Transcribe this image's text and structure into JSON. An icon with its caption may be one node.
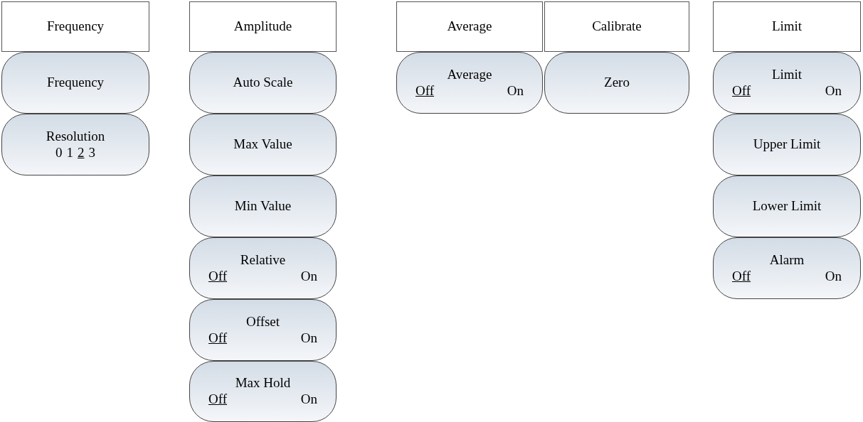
{
  "diagram": {
    "nodes": [
      {
        "text": [
          "Frequency"
        ]
      },
      {
        "text": [
          "Frequency"
        ]
      },
      {
        "text": [
          "Resolution",
          "0",
          "1",
          "2",
          "3"
        ]
      },
      {
        "text": [
          "Amplitude"
        ]
      },
      {
        "text": [
          "Auto Scale"
        ]
      },
      {
        "text": [
          "Max Value"
        ]
      },
      {
        "text": [
          "Min Value"
        ]
      },
      {
        "text": [
          "Relative",
          "Off",
          "On"
        ]
      },
      {
        "text": [
          "Offset",
          "Off",
          "On"
        ]
      },
      {
        "text": [
          "Max Hold",
          "Off",
          "On"
        ]
      },
      {
        "text": [
          "Average"
        ]
      },
      {
        "text": [
          "Average",
          "Off",
          "On"
        ]
      },
      {
        "text": [
          "Calibrate"
        ]
      },
      {
        "text": [
          "Zero"
        ]
      },
      {
        "text": [
          "Limit"
        ]
      },
      {
        "text": [
          "Limit",
          "Off",
          "On"
        ]
      },
      {
        "text": [
          "Upper Limit"
        ]
      },
      {
        "text": [
          "Lower Limit"
        ]
      },
      {
        "text": [
          "Alarm",
          "Off",
          "On"
        ]
      }
    ]
  }
}
